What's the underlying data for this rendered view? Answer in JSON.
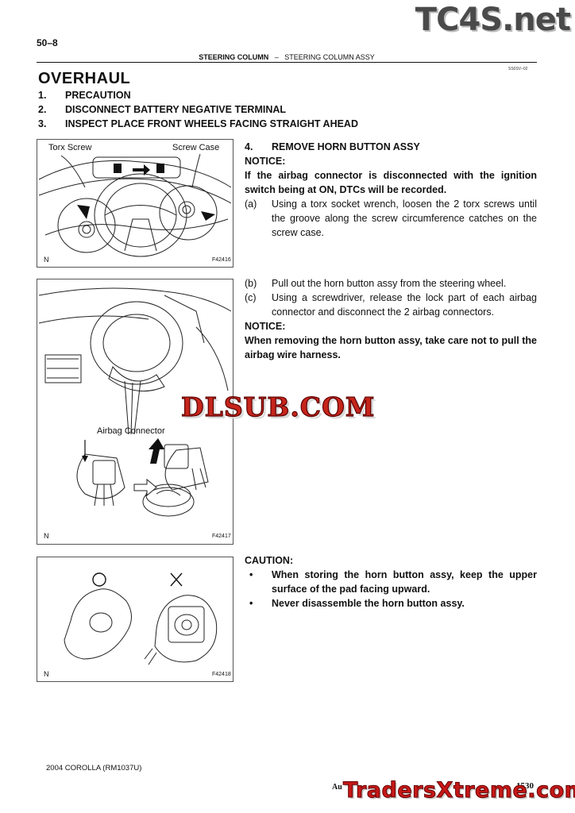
{
  "page": {
    "number": "50–8",
    "code": "SS0SV–02"
  },
  "branding": {
    "top": "TC4S.net",
    "middle": "DLSUB.COM",
    "bottom": "TradersXtreme.com"
  },
  "header": {
    "section": "STEERING COLUMN",
    "sep": "–",
    "subsection": "STEERING COLUMN ASSY"
  },
  "title": "OVERHAUL",
  "steps": [
    {
      "num": "1.",
      "text": "PRECAUTION"
    },
    {
      "num": "2.",
      "text": "DISCONNECT BATTERY NEGATIVE TERMINAL"
    },
    {
      "num": "3.",
      "text": "INSPECT PLACE FRONT WHEELS FACING STRAIGHT AHEAD"
    }
  ],
  "figure1": {
    "label_left": "Torx Screw",
    "label_right": "Screw Case",
    "n": "N",
    "id": "F42416"
  },
  "figure2": {
    "label": "Airbag Connector",
    "n": "N",
    "id": "F42417"
  },
  "figure3": {
    "ok": "○",
    "ng": "×",
    "n": "N",
    "id": "F42418"
  },
  "step4": {
    "num": "4.",
    "title": "REMOVE HORN BUTTON ASSY",
    "notice_label": "NOTICE:",
    "notice_text": "If the airbag connector is disconnected with the ignition switch being at ON, DTCs will be recorded.",
    "a_key": "(a)",
    "a_text": "Using a torx socket wrench, loosen the 2 torx screws until the groove along the screw circumference catches on the screw case.",
    "b_key": "(b)",
    "b_text": "Pull out the horn button assy from the steering wheel.",
    "c_key": "(c)",
    "c_text": "Using a screwdriver, release the lock part of each airbag connector and disconnect the 2 airbag connectors.",
    "notice2_label": "NOTICE:",
    "notice2_text": "When removing the horn button assy, take care not to pull the airbag wire harness."
  },
  "caution": {
    "label": "CAUTION:",
    "items": [
      "When storing the horn button assy, keep the upper surface of the pad facing upward.",
      "Never disassemble the horn button assy."
    ]
  },
  "footer": {
    "model": "2004 COROLLA   (RM1037U)",
    "aut": "Au",
    "page": "1530"
  }
}
